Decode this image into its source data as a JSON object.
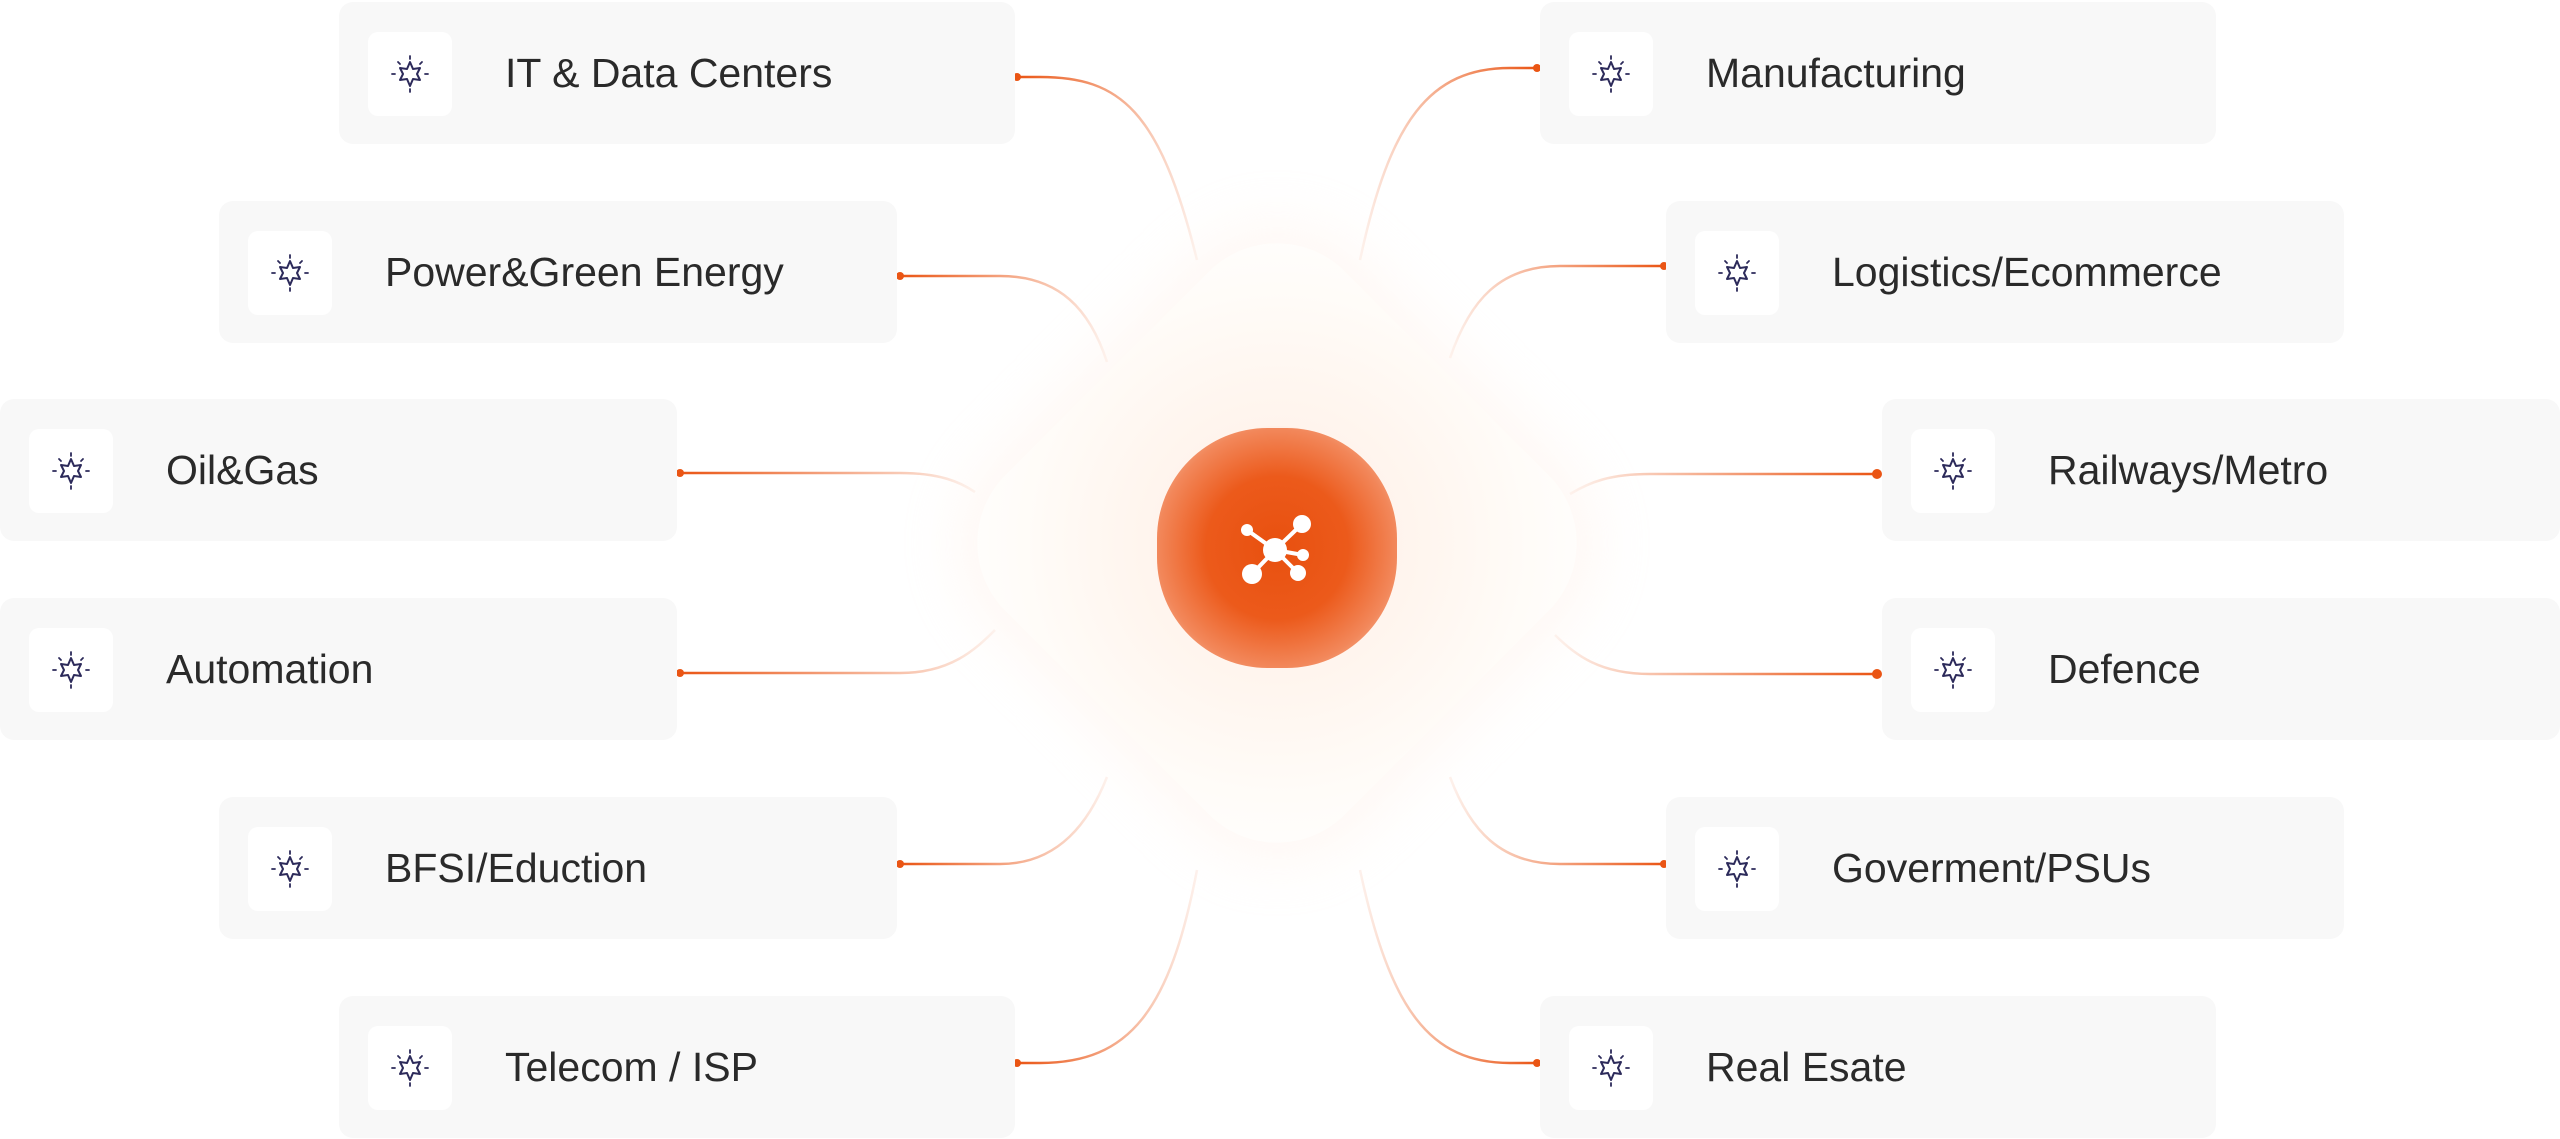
{
  "hub": {
    "icon": "network-icon",
    "color": "#ea5514"
  },
  "colors": {
    "accent": "#ea5514",
    "icon": "#2c2a5a",
    "card_bg": "#f8f8f8"
  },
  "categories": {
    "left": [
      {
        "label": "IT & Data Centers",
        "icon": "sparkle-badge-icon"
      },
      {
        "label": "Power&Green Energy",
        "icon": "sparkle-badge-icon"
      },
      {
        "label": "Oil&Gas",
        "icon": "sparkle-badge-icon"
      },
      {
        "label": "Automation",
        "icon": "sparkle-badge-icon"
      },
      {
        "label": "BFSI/Eduction",
        "icon": "sparkle-badge-icon"
      },
      {
        "label": "Telecom / ISP",
        "icon": "sparkle-badge-icon"
      }
    ],
    "right": [
      {
        "label": "Manufacturing",
        "icon": "sparkle-badge-icon"
      },
      {
        "label": "Logistics/Ecommerce",
        "icon": "sparkle-badge-icon"
      },
      {
        "label": "Railways/Metro",
        "icon": "sparkle-badge-icon"
      },
      {
        "label": "Defence",
        "icon": "sparkle-badge-icon"
      },
      {
        "label": "Goverment/PSUs",
        "icon": "sparkle-badge-icon"
      },
      {
        "label": "Real Esate",
        "icon": "sparkle-badge-icon"
      }
    ]
  }
}
